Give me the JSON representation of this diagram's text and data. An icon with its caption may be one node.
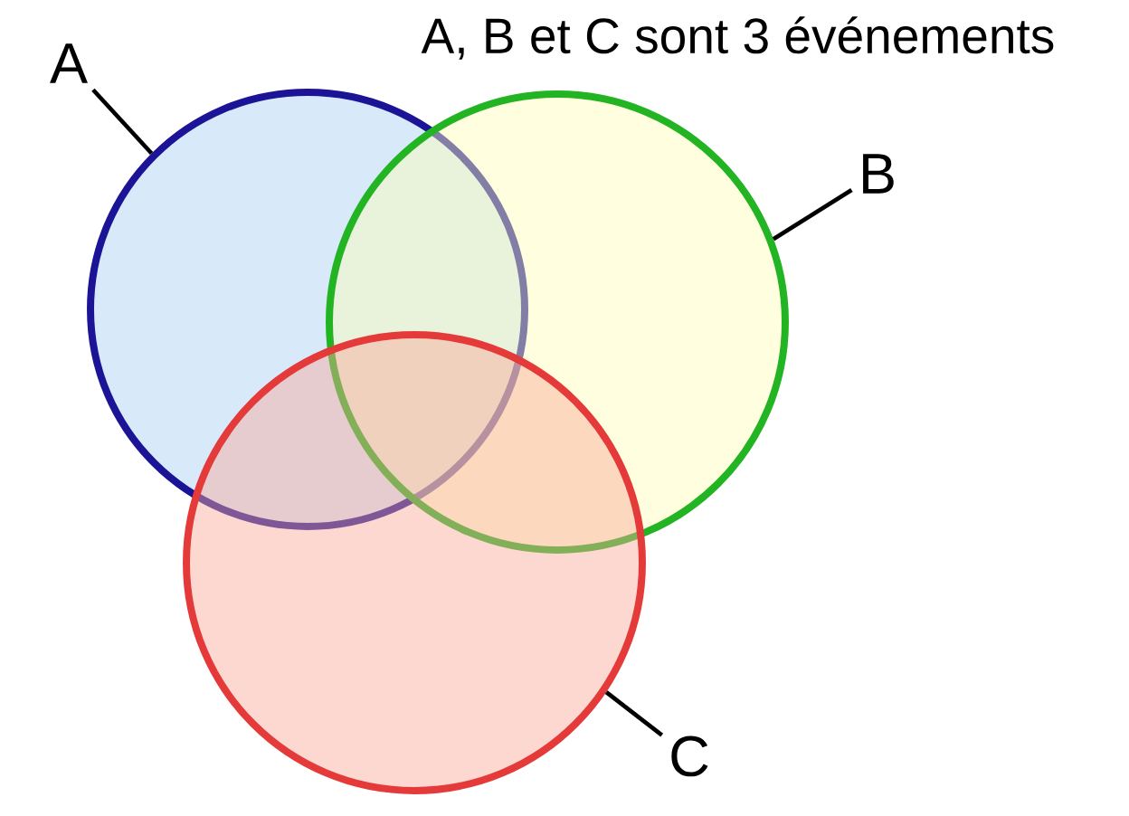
{
  "diagram": {
    "title": "A, B et C sont 3 événements",
    "nodes": [
      {
        "text": [],
        "shape": "circle"
      },
      {
        "text": [],
        "shape": "circle"
      },
      {
        "text": [],
        "shape": "circle"
      },
      {
        "text": [
          "A"
        ]
      },
      {
        "text": [
          "B"
        ]
      },
      {
        "text": [
          "C"
        ]
      }
    ],
    "edges": [
      {
        "from": 3,
        "to": 0,
        "arrow": "none"
      },
      {
        "from": 4,
        "to": 1,
        "arrow": "none"
      },
      {
        "from": 5,
        "to": 2,
        "arrow": "none"
      }
    ]
  }
}
